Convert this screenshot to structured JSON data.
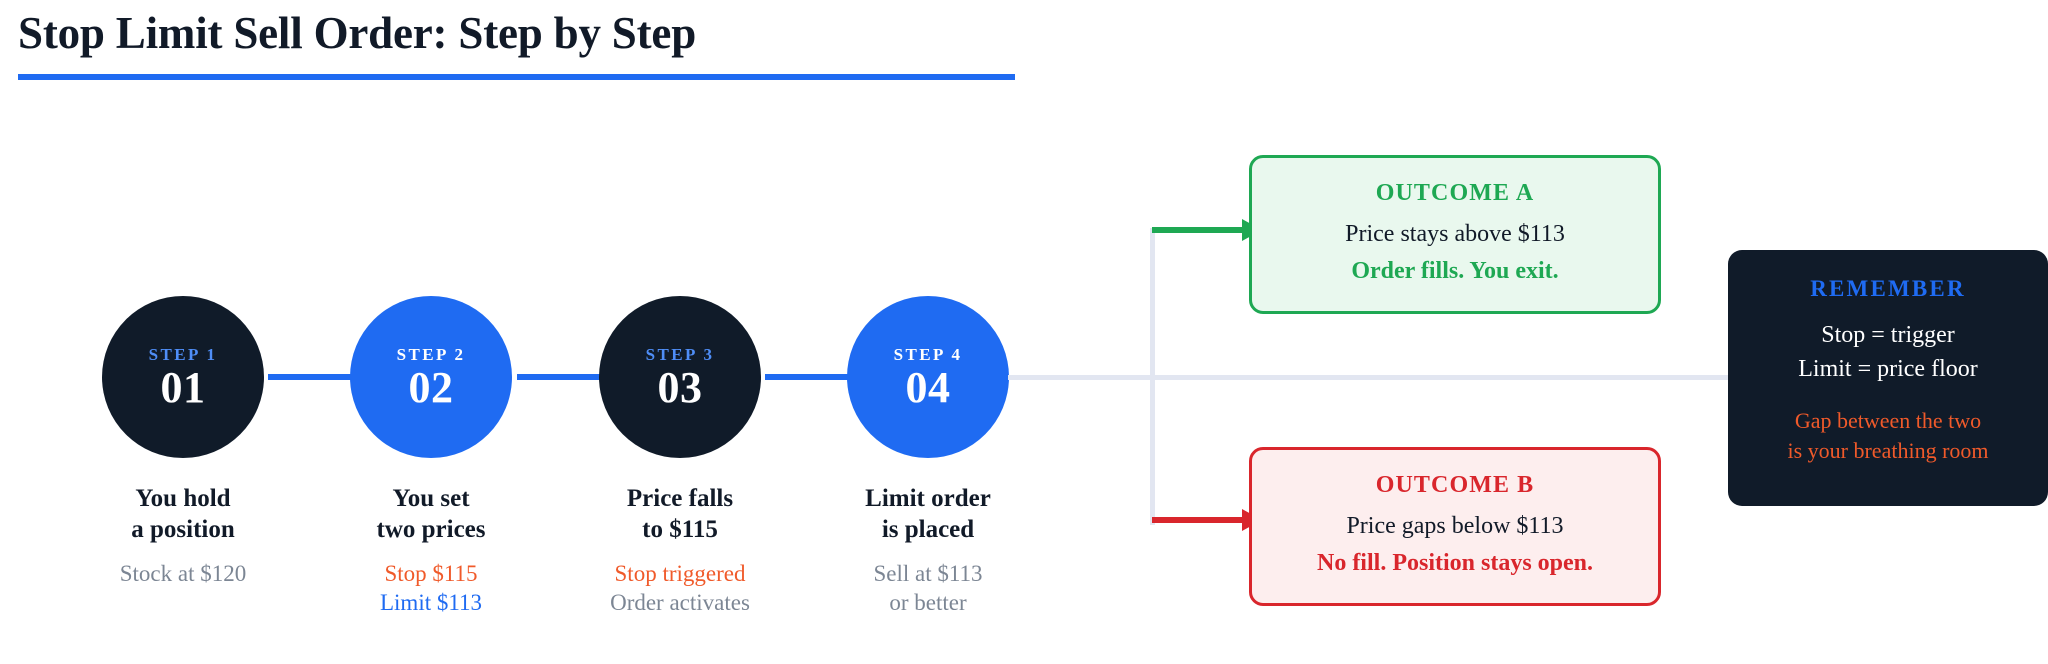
{
  "page": {
    "title": "Stop Limit Sell Order: Step by Step",
    "accent_blue": "#1f6bf2",
    "dark_navy": "#101b29",
    "green": "#1ea853",
    "red": "#d9262c",
    "orange": "#f05a2a",
    "muted_gray": "#7c8694",
    "connector_lavender": "#e2e6f1"
  },
  "steps": [
    {
      "kicker": "STEP 1",
      "number": "01",
      "caption": "You hold\na position",
      "detail_muted": "Stock at $120",
      "detail_orange": "",
      "detail_blue": "",
      "detail_muted2": "",
      "fill": "dark"
    },
    {
      "kicker": "STEP 2",
      "number": "02",
      "caption": "You set\ntwo prices",
      "detail_muted": "",
      "detail_orange": "Stop $115",
      "detail_blue": "Limit $113",
      "detail_muted2": "",
      "fill": "blue"
    },
    {
      "kicker": "STEP 3",
      "number": "03",
      "caption": "Price falls\nto $115",
      "detail_muted": "",
      "detail_orange": "Stop triggered",
      "detail_blue": "",
      "detail_muted2": "Order activates",
      "fill": "dark"
    },
    {
      "kicker": "STEP 4",
      "number": "04",
      "caption": "Limit order\nis placed",
      "detail_muted": "Sell at $113",
      "detail_orange": "",
      "detail_blue": "",
      "detail_muted2": "or better",
      "fill": "blue"
    }
  ],
  "outcomes": [
    {
      "title": "OUTCOME A",
      "condition": "Price stays above $113",
      "result": "Order fills. You exit.",
      "variant": "green"
    },
    {
      "title": "OUTCOME B",
      "condition": "Price gaps below $113",
      "result": "No fill. Position stays open.",
      "variant": "red"
    }
  ],
  "remember": {
    "title": "REMEMBER",
    "line1": "Stop = trigger",
    "line2": "Limit = price floor",
    "note": "Gap between the two\nis your breathing room"
  }
}
